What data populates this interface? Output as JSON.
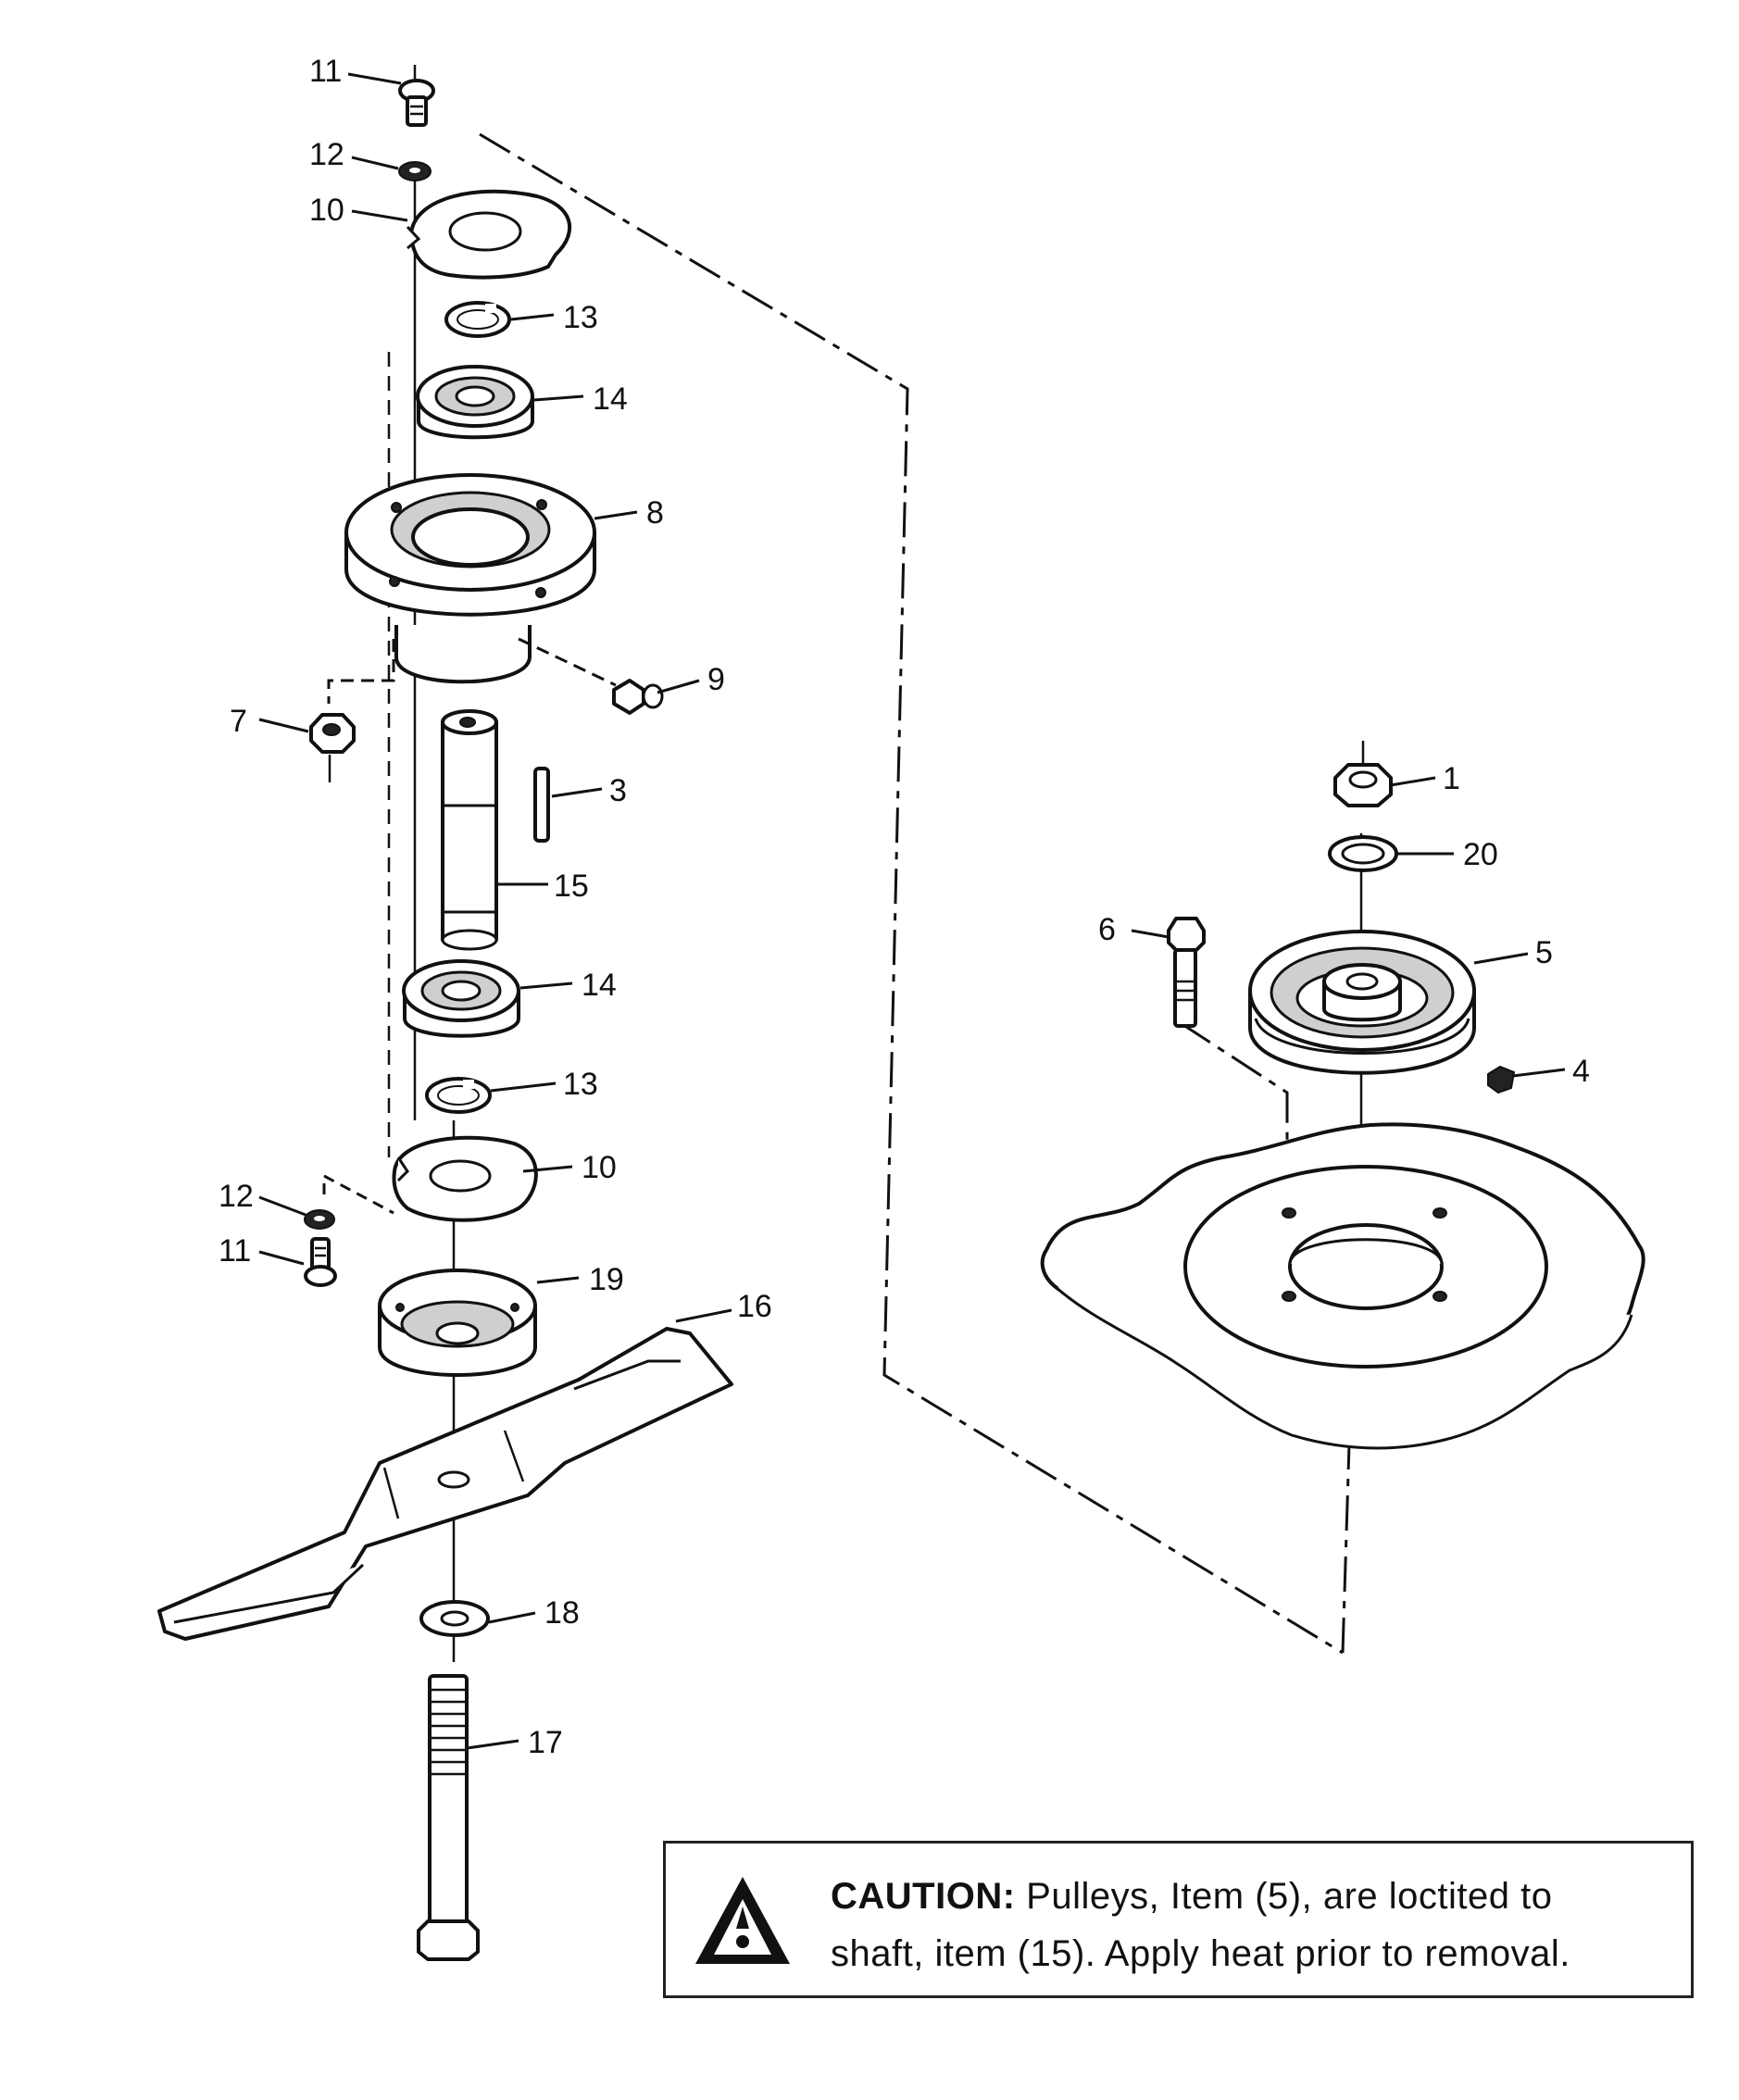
{
  "callouts": [
    {
      "id": "c11a",
      "text": "11"
    },
    {
      "id": "c12a",
      "text": "12"
    },
    {
      "id": "c10a",
      "text": "10"
    },
    {
      "id": "c13a",
      "text": "13"
    },
    {
      "id": "c14a",
      "text": "14"
    },
    {
      "id": "c8",
      "text": "8"
    },
    {
      "id": "c9",
      "text": "9"
    },
    {
      "id": "c7",
      "text": "7"
    },
    {
      "id": "c3",
      "text": "3"
    },
    {
      "id": "c15",
      "text": "15"
    },
    {
      "id": "c14b",
      "text": "14"
    },
    {
      "id": "c13b",
      "text": "13"
    },
    {
      "id": "c10b",
      "text": "10"
    },
    {
      "id": "c12b",
      "text": "12"
    },
    {
      "id": "c11b",
      "text": "11"
    },
    {
      "id": "c19",
      "text": "19"
    },
    {
      "id": "c16",
      "text": "16"
    },
    {
      "id": "c18",
      "text": "18"
    },
    {
      "id": "c17",
      "text": "17"
    },
    {
      "id": "c1",
      "text": "1"
    },
    {
      "id": "c20",
      "text": "20"
    },
    {
      "id": "c6",
      "text": "6"
    },
    {
      "id": "c5",
      "text": "5"
    },
    {
      "id": "c4",
      "text": "4"
    }
  ],
  "caution": {
    "label": "CAUTION:",
    "line1": "Pulleys, Item (5), are loctited to",
    "line2": "shaft, item (15). Apply heat prior to removal."
  }
}
